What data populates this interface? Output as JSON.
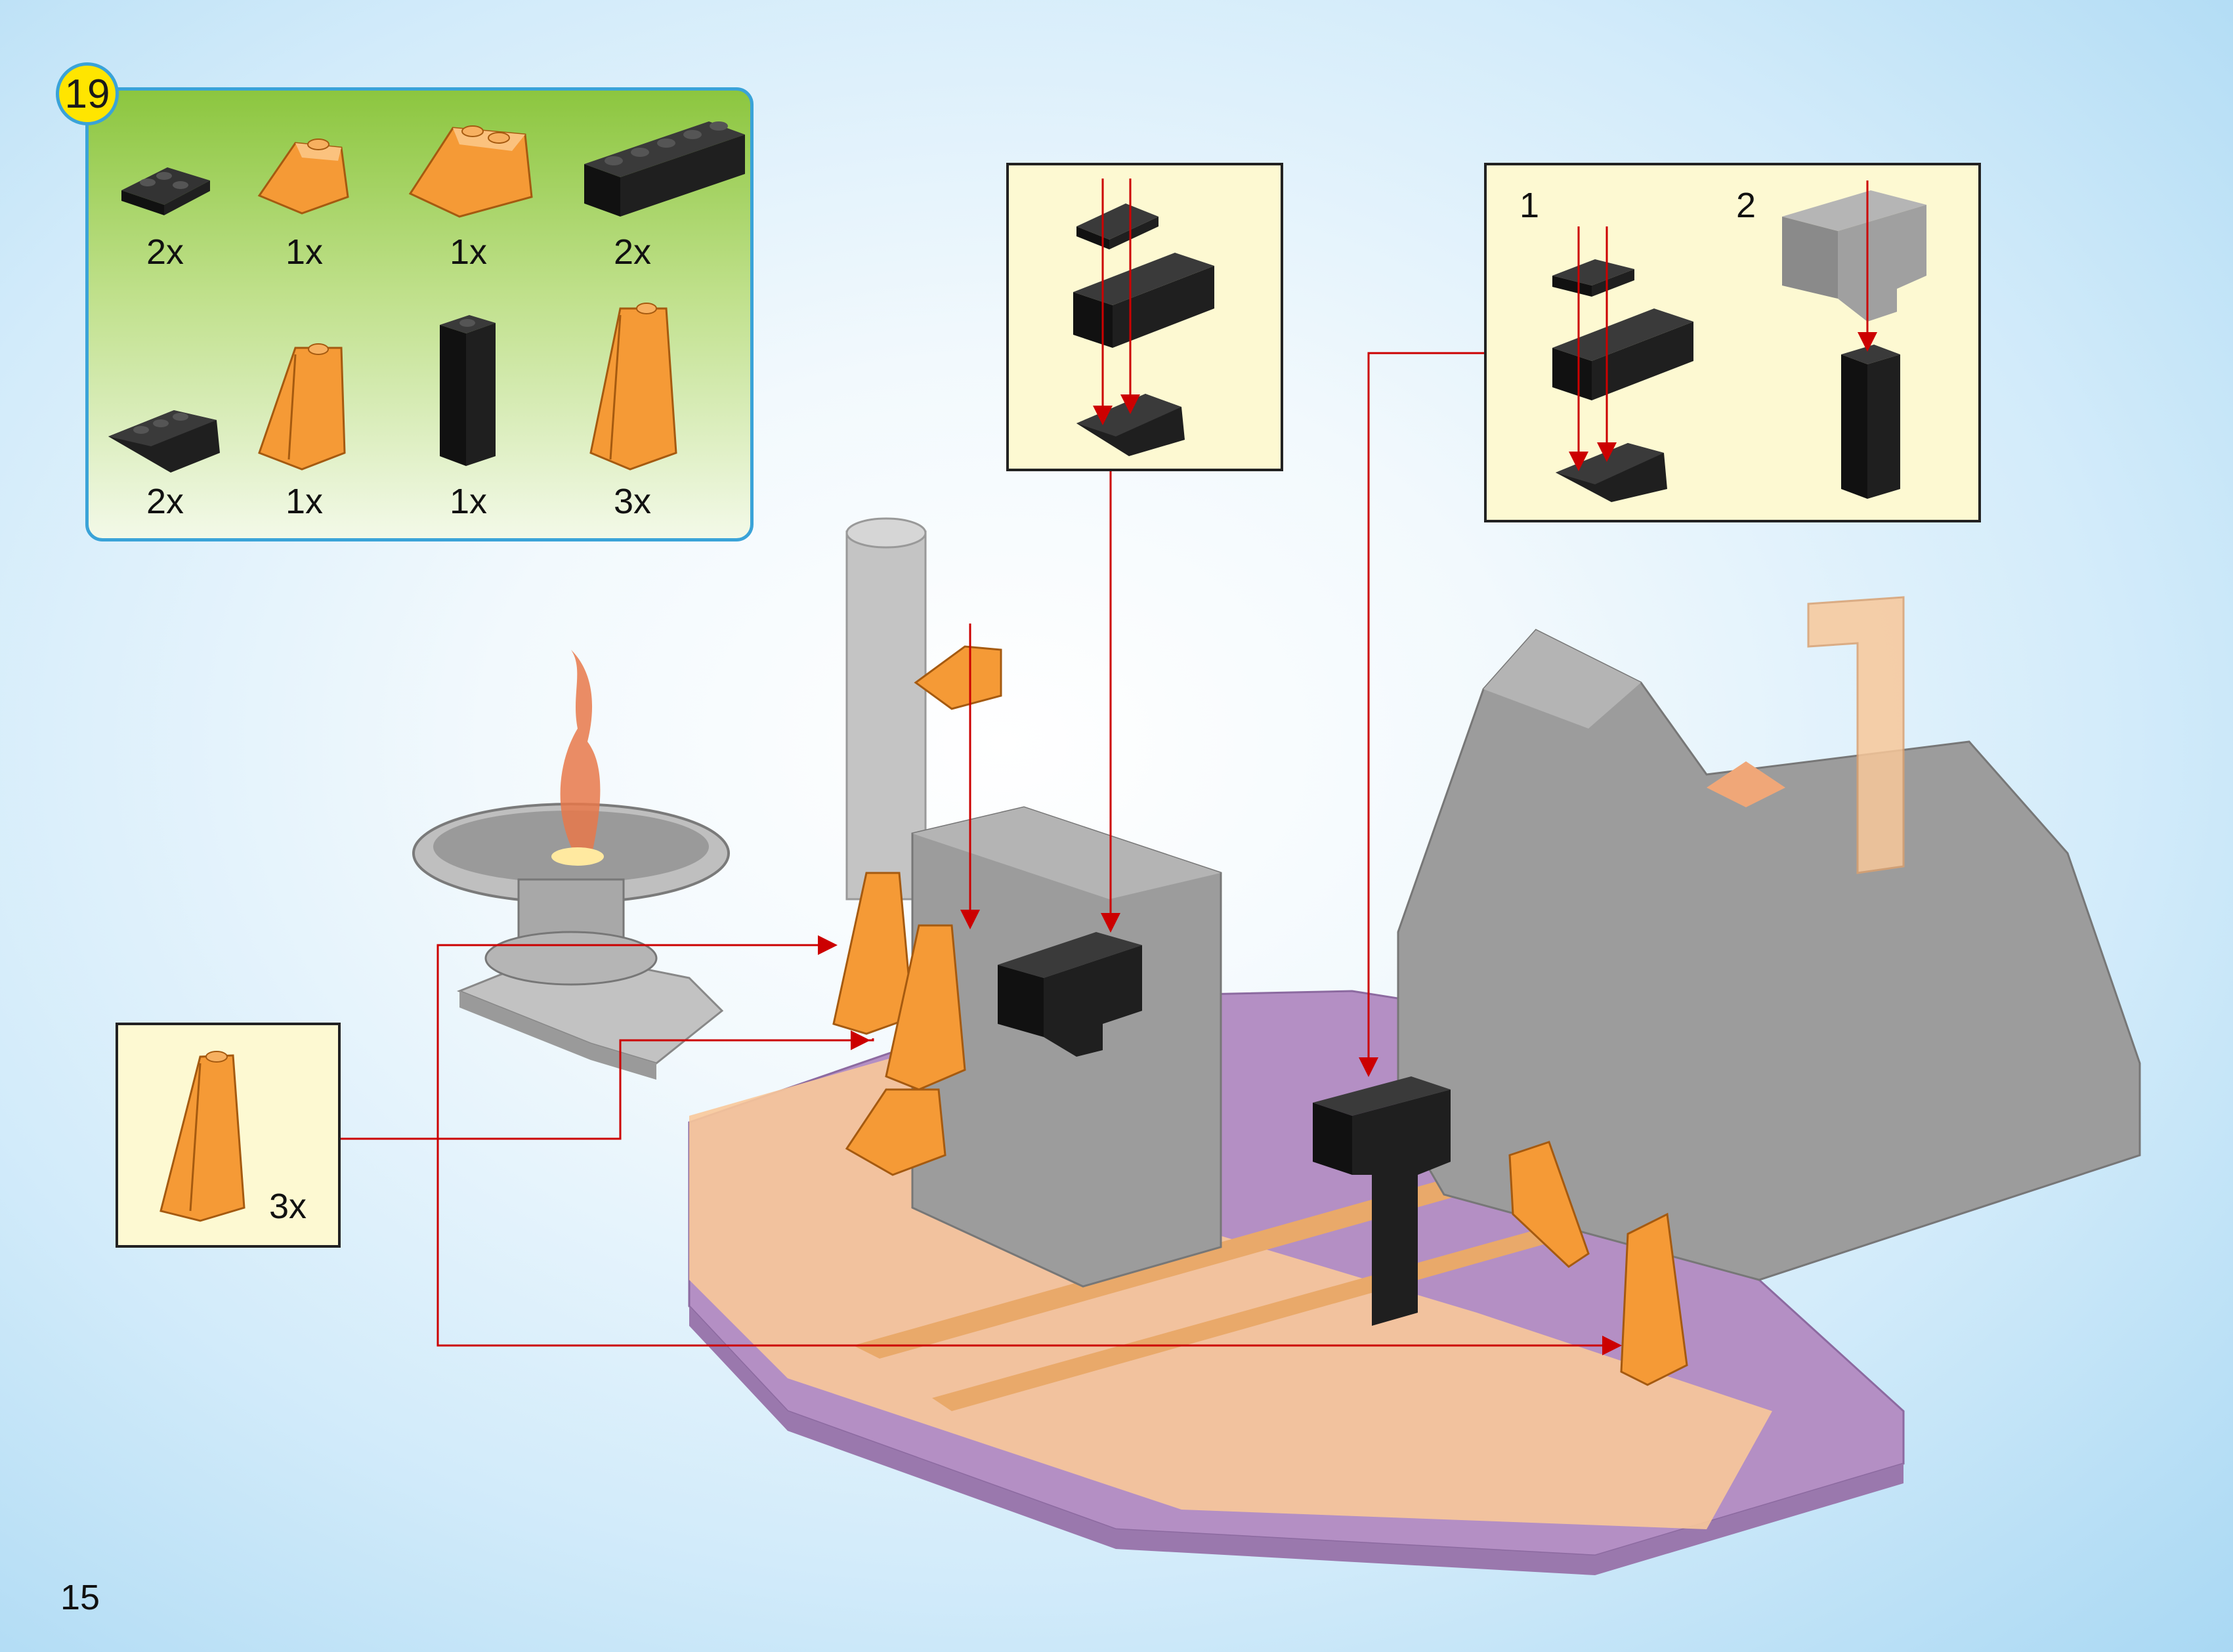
{
  "step": {
    "number": "19"
  },
  "parts": [
    {
      "name": "black-plate-1x3",
      "count": "2x"
    },
    {
      "name": "trans-orange-slope-1x2",
      "count": "1x"
    },
    {
      "name": "trans-orange-slope-2x2",
      "count": "1x"
    },
    {
      "name": "black-brick-1x6",
      "count": "2x"
    },
    {
      "name": "black-slope-inverted-1x3",
      "count": "2x"
    },
    {
      "name": "trans-orange-slope-1x2x3",
      "count": "1x"
    },
    {
      "name": "black-brick-1x1x5",
      "count": "1x"
    },
    {
      "name": "trans-orange-slope-1x2x5",
      "count": "3x"
    }
  ],
  "subassembly_b": {
    "step1": "1",
    "step2": "2"
  },
  "left_callout": {
    "count": "3x"
  },
  "colors": {
    "panel_border": "#3aa3d8",
    "badge": "#ffe500",
    "arrow": "#cc0000",
    "trans_orange": "#f59a36",
    "black_brick": "#1a1a1a",
    "grey_brick": "#9a9a9a",
    "lilac_base": "#b48fc4"
  },
  "page": {
    "number": "15"
  }
}
